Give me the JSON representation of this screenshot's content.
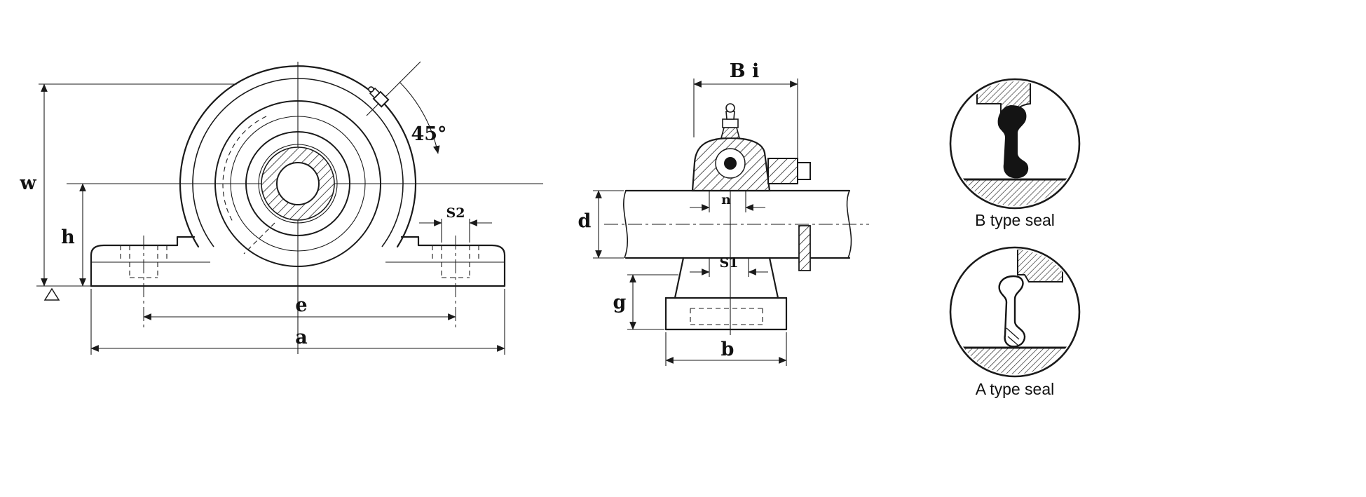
{
  "front_view": {
    "labels": {
      "w": "w",
      "h": "h",
      "angle": "45°",
      "s2": "S2",
      "e": "e",
      "a": "a"
    }
  },
  "side_view": {
    "labels": {
      "bi": "B i",
      "n": "n",
      "d": "d",
      "s1": "S1",
      "g": "g",
      "b": "b"
    }
  },
  "seal_details": {
    "b_label": "B type seal",
    "a_label": "A type seal"
  },
  "colors": {
    "line": "#1a1a1a",
    "background": "#ffffff"
  }
}
